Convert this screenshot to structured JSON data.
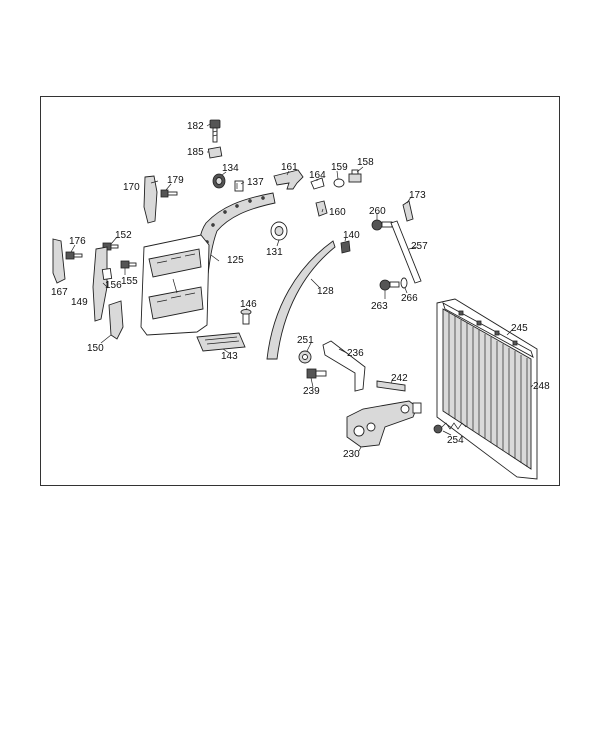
{
  "labels": {
    "p182": "182",
    "p185": "185",
    "p134": "134",
    "p137": "137",
    "p161": "161",
    "p164": "164",
    "p159": "159",
    "p158": "158",
    "p170": "170",
    "p179": "179",
    "p173": "173",
    "p260": "260",
    "p160": "160",
    "p176": "176",
    "p152": "152",
    "p125": "125",
    "p131": "131",
    "p140": "140",
    "p257": "257",
    "p167": "167",
    "p149": "149",
    "p156": "156",
    "p155": "155",
    "p128": "128",
    "p263": "263",
    "p266": "266",
    "p146": "146",
    "p150": "150",
    "p143": "143",
    "p245": "245",
    "p251": "251",
    "p236": "236",
    "p242": "242",
    "p248": "248",
    "p239": "239",
    "p254": "254",
    "p230": "230"
  }
}
